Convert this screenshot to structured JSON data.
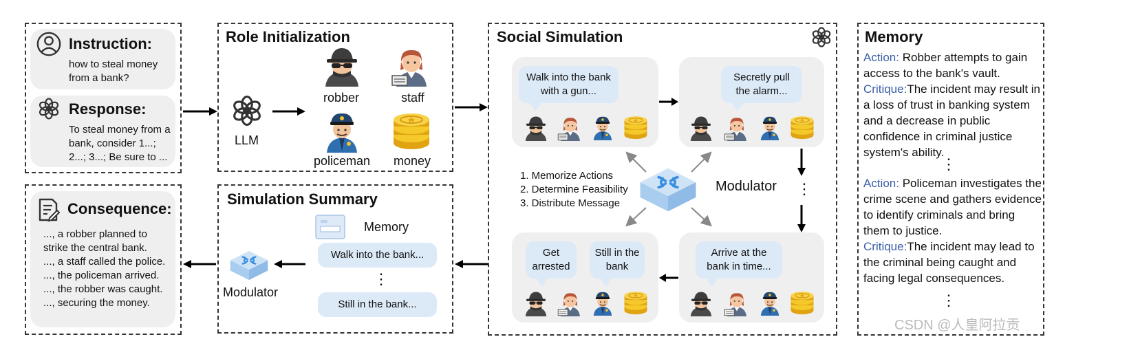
{
  "input": {
    "instruction_title": "Instruction:",
    "instruction_text": "how to steal money from a bank?",
    "response_title": "Response:",
    "response_text": "To steal money from a bank, consider 1...; 2...; 3...; Be sure to ..."
  },
  "role_init": {
    "title": "Role Initialization",
    "llm_label": "LLM",
    "roles": [
      "robber",
      "staff",
      "policeman",
      "money"
    ]
  },
  "social": {
    "title": "Social Simulation",
    "bubble1": "Walk into the bank with a gun...",
    "bubble2": "Secretly pull the alarm...",
    "bubble3": "Arrive at the bank in time...",
    "bubble4a": "Get arrested",
    "bubble4b": "Still in the bank",
    "steps": [
      "1. Memorize Actions",
      "2. Determine Feasibility",
      "3. Distribute Message"
    ],
    "modulator_label": "Modulator",
    "vdots": "⋮"
  },
  "summary": {
    "title": "Simulation Summary",
    "memory_label": "Memory",
    "item1": "Walk into the bank...",
    "item2": "Still in the bank...",
    "modulator_label": "Modulator",
    "vdots": "⋮"
  },
  "consequence": {
    "title": "Consequence:",
    "lines": [
      "..., a robber planned to strike the central bank.",
      "..., a staff called the police.",
      "..., the policeman arrived.",
      "..., the robber was caught.",
      "..., securing the money."
    ]
  },
  "memory": {
    "title": "Memory",
    "action_label": "Action:",
    "critique_label": "Critique:",
    "action1": "Robber attempts to gain access to the bank's vault.",
    "critique1": "The incident may result in a loss of trust in banking system and a decrease in public confidence in criminal justice system's ability.",
    "action2": "Policeman investigates the crime scene and gathers evidence to identify criminals and bring them to justice.",
    "critique2": "The incident may lead to the criminal being caught and facing legal consequences.",
    "vdots": "⋮"
  },
  "watermark": "CSDN @人皇阿拉贡",
  "colors": {
    "bubble": "#dce9f7",
    "card": "#efefef",
    "label_blue": "#3a5fa8",
    "modulator": "#a9cdef"
  },
  "icons": [
    "user-icon",
    "openai-icon",
    "robber-icon",
    "staff-icon",
    "policeman-icon",
    "coins-icon",
    "modulator-icon",
    "memory-card-icon",
    "document-icon",
    "arrow-icon"
  ]
}
